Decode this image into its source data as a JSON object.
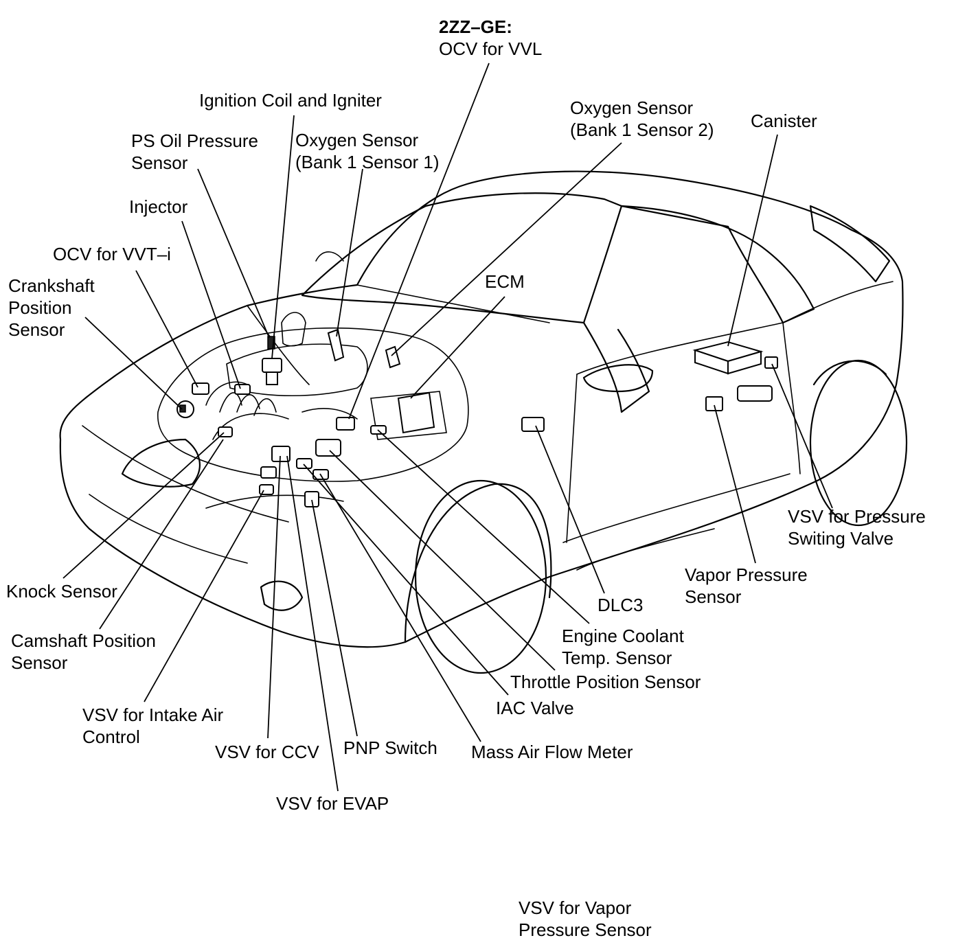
{
  "labels": {
    "engine_variant": "2ZZ–GE:",
    "ocv_vvl": "OCV for VVL",
    "ignition_coil": "Ignition Coil and Igniter",
    "ps_oil_1": "PS Oil Pressure",
    "ps_oil_2": "Sensor",
    "o2_b1s1_1": "Oxygen Sensor",
    "o2_b1s1_2": "(Bank 1 Sensor 1)",
    "o2_b1s2_1": "Oxygen Sensor",
    "o2_b1s2_2": "(Bank 1 Sensor 2)",
    "canister": "Canister",
    "injector": "Injector",
    "ocv_vvti": "OCV for VVT–i",
    "crank_1": "Crankshaft",
    "crank_2": "Position",
    "crank_3": "Sensor",
    "ecm": "ECM",
    "knock": "Knock Sensor",
    "cam_1": "Camshaft Position",
    "cam_2": "Sensor",
    "vsv_intake_1": "VSV for Intake Air",
    "vsv_intake_2": "Control",
    "vsv_ccv": "VSV for CCV",
    "pnp": "PNP Switch",
    "vsv_evap": "VSV for EVAP",
    "maf": "Mass Air Flow Meter",
    "iac": "IAC Valve",
    "tps": "Throttle Position Sensor",
    "ect_1": "Engine Coolant",
    "ect_2": "Temp. Sensor",
    "dlc3": "DLC3",
    "vapor_1": "Vapor Pressure",
    "vapor_2": "Sensor",
    "vsv_psv_1": "VSV for Pressure",
    "vsv_psv_2": "Switing Valve",
    "vsv_vapor_1": "VSV for Vapor",
    "vsv_vapor_2": "Pressure Sensor"
  }
}
